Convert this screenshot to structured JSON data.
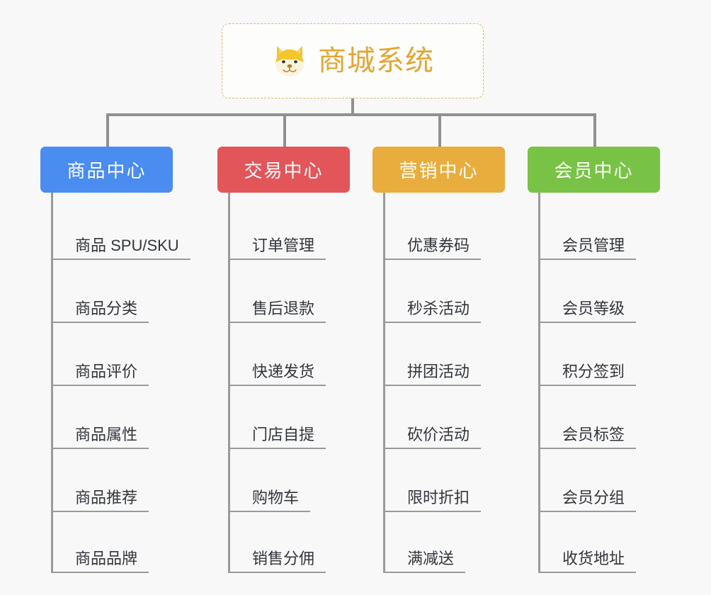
{
  "diagram": {
    "type": "mindmap-orgchart",
    "background_color": "#f8f8f8",
    "root": {
      "title": "商城系统",
      "icon": "shiba-dog-emoji",
      "border_color": "#e8b45a",
      "text_color": "#e3a634"
    },
    "connector_color": "#909090",
    "columns": [
      {
        "id": "product-center",
        "label": "商品中心",
        "color": "#4a8cf0",
        "items": [
          "商品 SPU/SKU",
          "商品分类",
          "商品评价",
          "商品属性",
          "商品推荐",
          "商品品牌"
        ]
      },
      {
        "id": "trade-center",
        "label": "交易中心",
        "color": "#e2565a",
        "items": [
          "订单管理",
          "售后退款",
          "快递发货",
          "门店自提",
          "购物车",
          "销售分佣"
        ]
      },
      {
        "id": "marketing-center",
        "label": "营销中心",
        "color": "#e8ad3c",
        "items": [
          "优惠券码",
          "秒杀活动",
          "拼团活动",
          "砍价活动",
          "限时折扣",
          "满减送"
        ]
      },
      {
        "id": "member-center",
        "label": "会员中心",
        "color": "#78c345",
        "items": [
          "会员管理",
          "会员等级",
          "积分签到",
          "会员标签",
          "会员分组",
          "收货地址"
        ]
      }
    ]
  }
}
